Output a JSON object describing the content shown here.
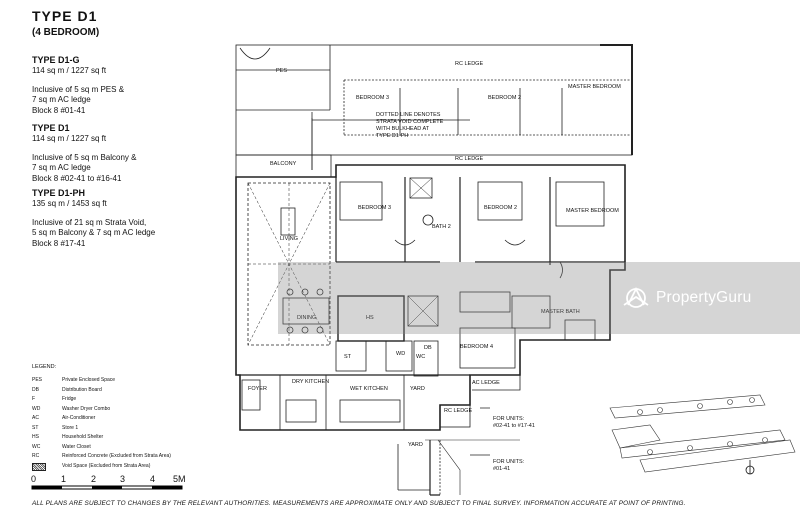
{
  "header": {
    "title": "TYPE  D1",
    "subtitle": "(4 BEDROOM)"
  },
  "units": [
    {
      "name": "TYPE D1-G",
      "area": "114 sq m / 1227 sq ft",
      "notes": [
        "Inclusive of 5 sq m PES &",
        "7 sq m AC ledge",
        "Block 8 #01-41"
      ]
    },
    {
      "name": "TYPE D1",
      "area": "114 sq m / 1227 sq ft",
      "notes": [
        "Inclusive of 5 sq m Balcony &",
        "7 sq m AC ledge",
        "Block 8 #02-41 to #16-41"
      ]
    },
    {
      "name": "TYPE D1-PH",
      "area": "135 sq m / 1453 sq ft",
      "notes": [
        "Inclusive of 21 sq m Strata Void,",
        "5 sq m Balcony & 7 sq m AC ledge",
        "Block 8 #17-41"
      ]
    }
  ],
  "legend": {
    "title": "LEGEND:",
    "items": [
      {
        "code": "PES",
        "desc": "Private Enclosed Space"
      },
      {
        "code": "DB",
        "desc": "Distribution Board"
      },
      {
        "code": "F",
        "desc": "Fridge"
      },
      {
        "code": "WD",
        "desc": "Washer Dryer Combo"
      },
      {
        "code": "AC",
        "desc": "Air-Conditioner"
      },
      {
        "code": "ST",
        "desc": "Store 1"
      },
      {
        "code": "HS",
        "desc": "Household Shelter"
      },
      {
        "code": "WC",
        "desc": "Water Closet"
      },
      {
        "code": "RC",
        "desc": "Reinforced Concrete (Excluded from Strata Area)"
      },
      {
        "code": "",
        "desc": "Void Space (Excluded from Strata Area)"
      }
    ]
  },
  "scale": {
    "ticks": [
      "0",
      "1",
      "2",
      "3",
      "4",
      "5M"
    ]
  },
  "footer": "ALL PLANS ARE SUBJECT TO CHANGES BY THE RELEVANT AUTHORITIES. MEASUREMENTS ARE APPROXIMATE ONLY AND SUBJECT TO FINAL SURVEY. INFORMATION ACCURATE AT POINT OF PRINTING.",
  "plan": {
    "pes": "PES",
    "rc_ledge_top": "RC LEDGE",
    "bedroom3_top": "BEDROOM 3",
    "bedroom2_top": "BEDROOM 2",
    "master_bedroom_top": "MASTER BEDROOM",
    "strata_note": [
      "DOTTED LINE DENOTES",
      "STRATA VOID COMPLETE",
      "WITH BULKHEAD AT",
      "TYPE D1-PH"
    ],
    "balcony": "BALCONY",
    "rc_ledge_mid": "RC LEDGE",
    "bedroom3": "BEDROOM 3",
    "bath2": "BATH 2",
    "bedroom2": "BEDROOM 2",
    "master_bedroom": "MASTER BEDROOM",
    "living": "LIVING",
    "dining": "DINING",
    "hs": "HS",
    "master_bath": "MASTER BATH",
    "bedroom4": "BEDROOM 4",
    "st": "ST",
    "wd": "WD",
    "wc": "WC",
    "db": "DB",
    "foyer": "FOYER",
    "dry_kitchen": "DRY KITCHEN",
    "wet_kitchen": "WET KITCHEN",
    "yard": "YARD",
    "ac_ledge": "AC LEDGE",
    "rc_ledge_low": "RC LEDGE",
    "units_upper_label": "FOR UNITS:",
    "units_upper": "#02-41 to #17-41",
    "yard_lower": "YARD",
    "units_lower_label": "FOR UNITS:",
    "units_lower": "#01-41"
  },
  "watermark": {
    "brand": "PropertyGuru"
  }
}
